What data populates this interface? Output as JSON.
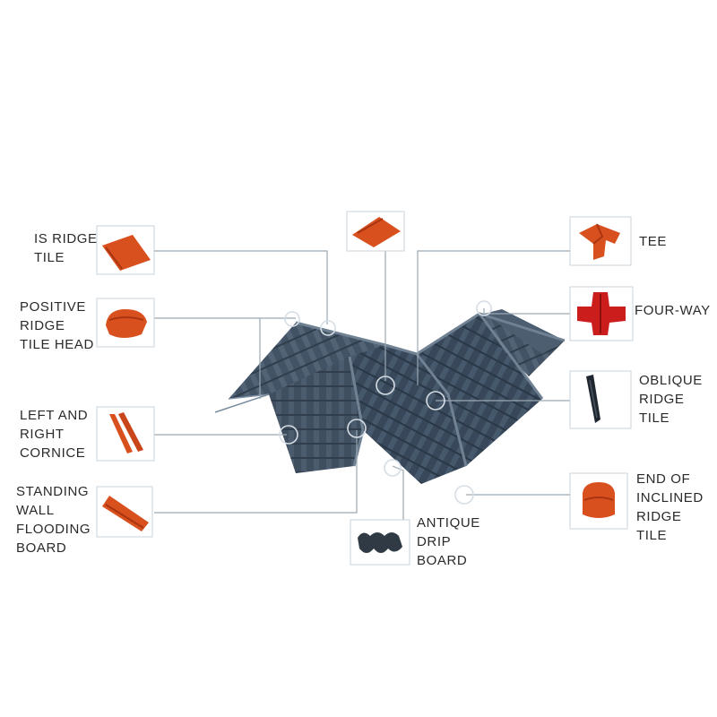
{
  "colors": {
    "roof": "#3f4f60",
    "roof_dark": "#2f3d4c",
    "roof_light": "#5e6f81",
    "tile": "#d9501f",
    "tile_dark": "#a93410",
    "leader": "#9aa7b3",
    "frame": "#c9d3dc",
    "text": "#2a2a2a"
  },
  "icons": {
    "is_ridge_tile": "ridge-tile-icon",
    "positive_ridge_tile_head": "ridge-head-icon",
    "left_and_right_cornice": "cornice-icon",
    "standing_wall_flooding_board": "flooding-board-icon",
    "main_tile": "roof-tile-icon",
    "antique_drip_board": "drip-board-icon",
    "tee": "tee-icon",
    "four_way": "four-way-icon",
    "oblique_ridge_tile": "oblique-ridge-icon",
    "end_of_inclined_ridge_tile": "inclined-ridge-end-icon"
  },
  "labels": {
    "is_ridge_tile": [
      "IS RIDGE",
      "TILE"
    ],
    "positive_ridge_tile_head": [
      "POSITIVE",
      "RIDGE",
      "TILE HEAD"
    ],
    "left_and_right_cornice": [
      "LEFT AND",
      "RIGHT",
      "CORNICE"
    ],
    "standing_wall_flooding_board": [
      "STANDING",
      "WALL",
      "FLOODING",
      "BOARD"
    ],
    "antique_drip_board": [
      "ANTIQUE",
      "DRIP",
      "BOARD"
    ],
    "tee": [
      "TEE"
    ],
    "four_way": [
      "FOUR-WAY"
    ],
    "oblique_ridge_tile": [
      "OBLIQUE",
      "RIDGE",
      "TILE"
    ],
    "end_of_inclined_ridge_tile": [
      "END OF",
      "INCLINED",
      "RIDGE",
      "TILE"
    ]
  }
}
